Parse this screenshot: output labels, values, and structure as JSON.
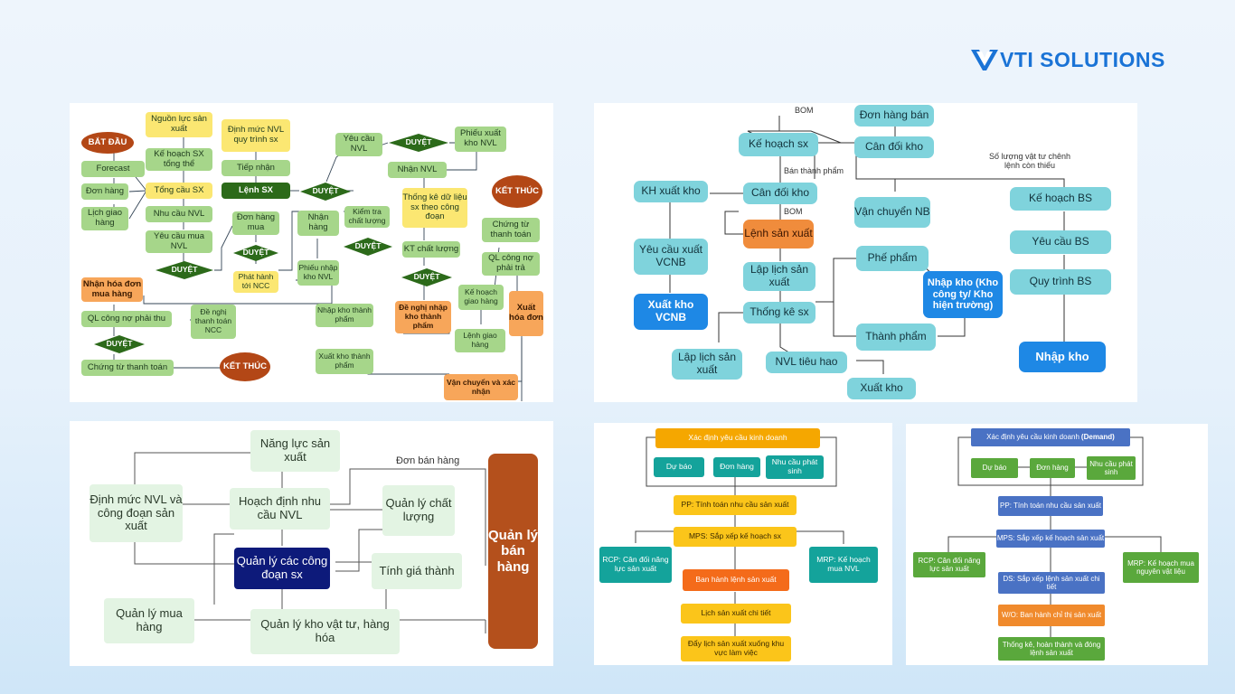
{
  "brand": {
    "name": "VTI SOLUTIONS",
    "color": "#1a73d6"
  },
  "p1": {
    "start": "BẮT ĐẦU",
    "forecast": "Forecast",
    "don_hang": "Đơn hàng",
    "lich_giao_hang": "Lịch giao hàng",
    "nguon_luc": "Nguồn lực sản xuất",
    "kh_tong_the": "Kế hoạch SX tổng thể",
    "tong_cau": "Tổng cầu SX",
    "nhu_cau_nvl": "Nhu cầu NVL",
    "yeu_cau_mua": "Yêu cầu mua NVL",
    "duyet": "DUYỆT",
    "dinh_muc": "Định mức NVL quy trình sx",
    "tiep_nhan": "Tiếp nhận",
    "lenh_sx": "Lệnh SX",
    "yeu_cau_nvl": "Yêu cầu NVL",
    "phieu_xuat": "Phiếu xuất kho NVL",
    "nhan_nvl": "Nhận NVL",
    "ket_thuc": "KẾT THÚC",
    "thong_ke": "Thống kê dữ liệu sx theo công đoạn",
    "kt_cl": "KT chất lượng",
    "don_hang_mua": "Đơn hàng mua",
    "phat_hanh": "Phát hành tới NCC",
    "nhan_hang": "Nhận hàng",
    "kiem_tra": "Kiểm tra chất lượng",
    "phieu_nhap": "Phiếu nhập kho NVL",
    "chung_tu_tt": "Chứng từ thanh toán",
    "ql_cong_no_tra": "QL công nợ phải trả",
    "xuat_hoa_don": "Xuất hóa đơn",
    "ke_hoach_giao": "Kế hoạch giao hàng",
    "de_nghi_nhap": "Đề nghị nhập kho thành phẩm",
    "nhap_kho_tp": "Nhập kho thành phẩm",
    "lenh_giao": "Lệnh giao hàng",
    "xuat_kho_tp": "Xuất kho thành phẩm",
    "van_chuyen": "Vận chuyển và xác nhận",
    "nhan_hoa_don": "Nhận hóa đơn mua hàng",
    "ql_cong_no_thu": "QL công nợ phải thu",
    "de_nghi_tt": "Đề nghị thanh toán NCC",
    "chung_tu_tt2": "Chứng từ thanh toán",
    "ket_thuc2": "KẾT THÚC"
  },
  "p2": {
    "bom1": "BOM",
    "don_hang_ban": "Đơn hàng bán",
    "ke_hoach_sx": "Kế hoạch sx",
    "can_doi_kho": "Cân đối kho",
    "so_luong": "Số lượng vật tư chênh lệnh còn thiếu",
    "ban_thanh_pham": "Bán thành phẩm",
    "kh_xuat_kho": "KH xuất kho",
    "can_doi_kho2": "Cân đối kho",
    "van_chuyen_nb": "Vận chuyển NB",
    "ke_hoach_bs": "Kế hoạch BS",
    "bom2": "BOM",
    "lenh_sx": "Lệnh sản xuất",
    "yeu_cau_vcnb": "Yêu cầu xuất VCNB",
    "yeu_cau_bs": "Yêu cầu BS",
    "phe_pham": "Phế phẩm",
    "lap_lich": "Lập lịch sản xuất",
    "quy_trinh_bs": "Quy trình BS",
    "nhap_kho_ct": "Nhập kho (Kho công ty/ Kho hiện trường)",
    "xuat_kho_vcnb": "Xuất kho VCNB",
    "thong_ke": "Thống kê sx",
    "thanh_pham": "Thành phẩm",
    "nhap_kho": "Nhập kho",
    "lap_lich2": "Lập lịch sản xuất",
    "nvl_tieu_hao": "NVL tiêu hao",
    "xuat_kho": "Xuất kho"
  },
  "p3": {
    "nang_luc": "Năng lực sản xuất",
    "don_ban_hang": "Đơn bán hàng",
    "dinh_muc": "Định mức NVL và công đoạn sản xuất",
    "hoach_dinh": "Hoạch định nhu cầu NVL",
    "ql_chat_luong": "Quản lý chất lượng",
    "ql_cong_doan": "Quản lý các công đoạn sx",
    "tinh_gia": "Tính giá thành",
    "ql_ban_hang": "Quản lý bán hàng",
    "ql_mua_hang": "Quản lý mua hàng",
    "ql_kho": "Quản lý kho vật tư, hàng hóa"
  },
  "p4": {
    "xac_dinh": "Xác định yêu cầu kinh doanh",
    "du_bao": "Dự báo",
    "don_hang": "Đơn hàng",
    "nhu_cau_ps": "Nhu cầu phát sinh",
    "pp": "PP: Tính toán nhu cầu sản xuất",
    "mps": "MPS: Sắp xếp kế hoạch sx",
    "rcp": "RCP: Cân đối năng lực sản xuất",
    "mrp": "MRP: Kế hoạch mua NVL",
    "ban_hanh": "Ban hành lệnh sản xuất",
    "lich": "Lịch sản xuất chi tiết",
    "day_lich": "Đẩy lịch sản xuất xuống khu vực làm việc"
  },
  "p5": {
    "xac_dinh": "Xác định yêu cầu kinh doanh ",
    "xac_dinh_bold": "(Demand)",
    "du_bao": "Dự báo",
    "don_hang": "Đơn hàng",
    "nhu_cau_ps": "Nhu cầu phát sinh",
    "pp": "PP: Tính toán nhu cầu sản xuất",
    "mps": "MPS: Sắp xếp kế hoạch sản xuất",
    "rcp": "RCP: Cân đối năng lực sản xuất",
    "mrp": "MRP: Kế hoạch mua nguyên vật liệu",
    "ds": "DS: Sắp xếp lệnh sản xuất chi tiết",
    "wo": "W/O: Ban hành chỉ thị sản xuất",
    "thong_ke": "Thống kê, hoàn thành và đóng lệnh sản xuất"
  }
}
